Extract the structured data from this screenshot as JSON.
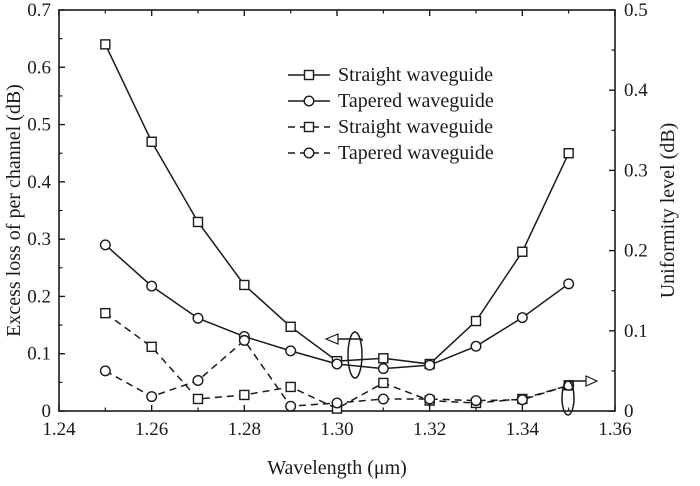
{
  "chart_data": {
    "type": "line",
    "xlabel": "Wavelength (μm)",
    "ylabel_left": "Excess loss of per channel (dB)",
    "ylabel_right": "Uniformity level (dB)",
    "xlim": [
      1.24,
      1.36
    ],
    "ylim_left": [
      0,
      0.7
    ],
    "ylim_right": [
      0,
      0.5
    ],
    "x_ticks": [
      "1.24",
      "1.26",
      "1.28",
      "1.30",
      "1.32",
      "1.34",
      "1.36"
    ],
    "y_left_ticks": [
      "0",
      "0.1",
      "0.2",
      "0.3",
      "0.4",
      "0.5",
      "0.6",
      "0.7"
    ],
    "y_right_ticks": [
      "0",
      "0.1",
      "0.2",
      "0.3",
      "0.4",
      "0.5"
    ],
    "grid": false,
    "legend_position": "top-right",
    "x": [
      1.25,
      1.26,
      1.27,
      1.28,
      1.29,
      1.3,
      1.31,
      1.32,
      1.33,
      1.34,
      1.35
    ],
    "series": [
      {
        "name": "Straight waveguide",
        "axis": "left",
        "line_style": "solid",
        "marker": "square",
        "values": [
          0.64,
          0.47,
          0.33,
          0.22,
          0.147,
          0.087,
          0.092,
          0.082,
          0.157,
          0.278,
          0.45
        ]
      },
      {
        "name": "Tapered waveguide",
        "axis": "left",
        "line_style": "solid",
        "marker": "circle",
        "values": [
          0.29,
          0.218,
          0.162,
          0.13,
          0.105,
          0.082,
          0.074,
          0.08,
          0.113,
          0.163,
          0.222
        ]
      },
      {
        "name": "Straight waveguide",
        "axis": "right",
        "line_style": "dashed",
        "marker": "square",
        "values": [
          0.122,
          0.08,
          0.015,
          0.02,
          0.03,
          0.003,
          0.035,
          0.013,
          0.01,
          0.015,
          0.032
        ]
      },
      {
        "name": "Tapered waveguide",
        "axis": "right",
        "line_style": "dashed",
        "marker": "circle",
        "values": [
          0.05,
          0.018,
          0.038,
          0.088,
          0.006,
          0.01,
          0.015,
          0.015,
          0.013,
          0.014,
          0.032
        ]
      }
    ]
  }
}
